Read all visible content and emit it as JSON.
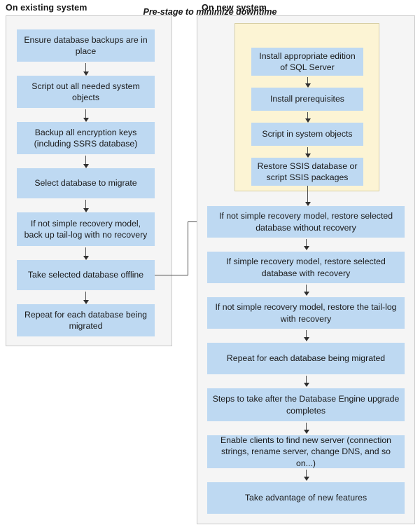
{
  "diagram": {
    "title_existing": "On existing system",
    "title_new": "On new system",
    "prestage_label": "Pre-stage to minimize downtime",
    "colors": {
      "node_fill": "#bed9f2",
      "panel_fill": "#f5f5f5",
      "panel_border": "#c9c9c9",
      "prestage_fill": "#fcf4d4",
      "prestage_border": "#d8cfa4",
      "arrow": "#4d4d4d",
      "text": "#1a1a1a"
    }
  },
  "existing_system": {
    "nodes": [
      {
        "id": "ensure-backups",
        "label": "Ensure database backups are in place"
      },
      {
        "id": "script-system-objects",
        "label": "Script out all needed system objects"
      },
      {
        "id": "backup-encryption-keys",
        "label": "Backup all encryption keys (including SSRS database)"
      },
      {
        "id": "select-database",
        "label": "Select database to migrate"
      },
      {
        "id": "backup-tail-log",
        "label": "If not simple recovery model, back up tail-log with no recovery"
      },
      {
        "id": "take-offline",
        "label": "Take selected database offline"
      },
      {
        "id": "repeat-each-database",
        "label": "Repeat for each database being migrated"
      }
    ]
  },
  "new_system": {
    "prestage_nodes": [
      {
        "id": "install-sql-server",
        "label": "Install appropriate edition of SQL Server"
      },
      {
        "id": "install-prerequisites",
        "label": "Install prerequisites"
      },
      {
        "id": "script-in-objects",
        "label": "Script in system objects"
      },
      {
        "id": "restore-ssis",
        "label": "Restore SSIS database or script SSIS packages"
      }
    ],
    "nodes": [
      {
        "id": "restore-without-recovery",
        "label": "If not simple recovery model, restore selected database without recovery"
      },
      {
        "id": "restore-with-recovery",
        "label": "If simple recovery model, restore selected database with recovery"
      },
      {
        "id": "restore-tail-log",
        "label": "If not simple recovery model, restore the tail-log with recovery"
      },
      {
        "id": "repeat-each-database",
        "label": "Repeat for each database being migrated"
      },
      {
        "id": "post-upgrade-steps",
        "label": "Steps to take after the Database Engine upgrade completes"
      },
      {
        "id": "enable-clients",
        "label": "Enable clients to find new server (connection strings, rename server, change DNS, and so on...)"
      },
      {
        "id": "new-features",
        "label": "Take advantage of new features"
      }
    ]
  }
}
